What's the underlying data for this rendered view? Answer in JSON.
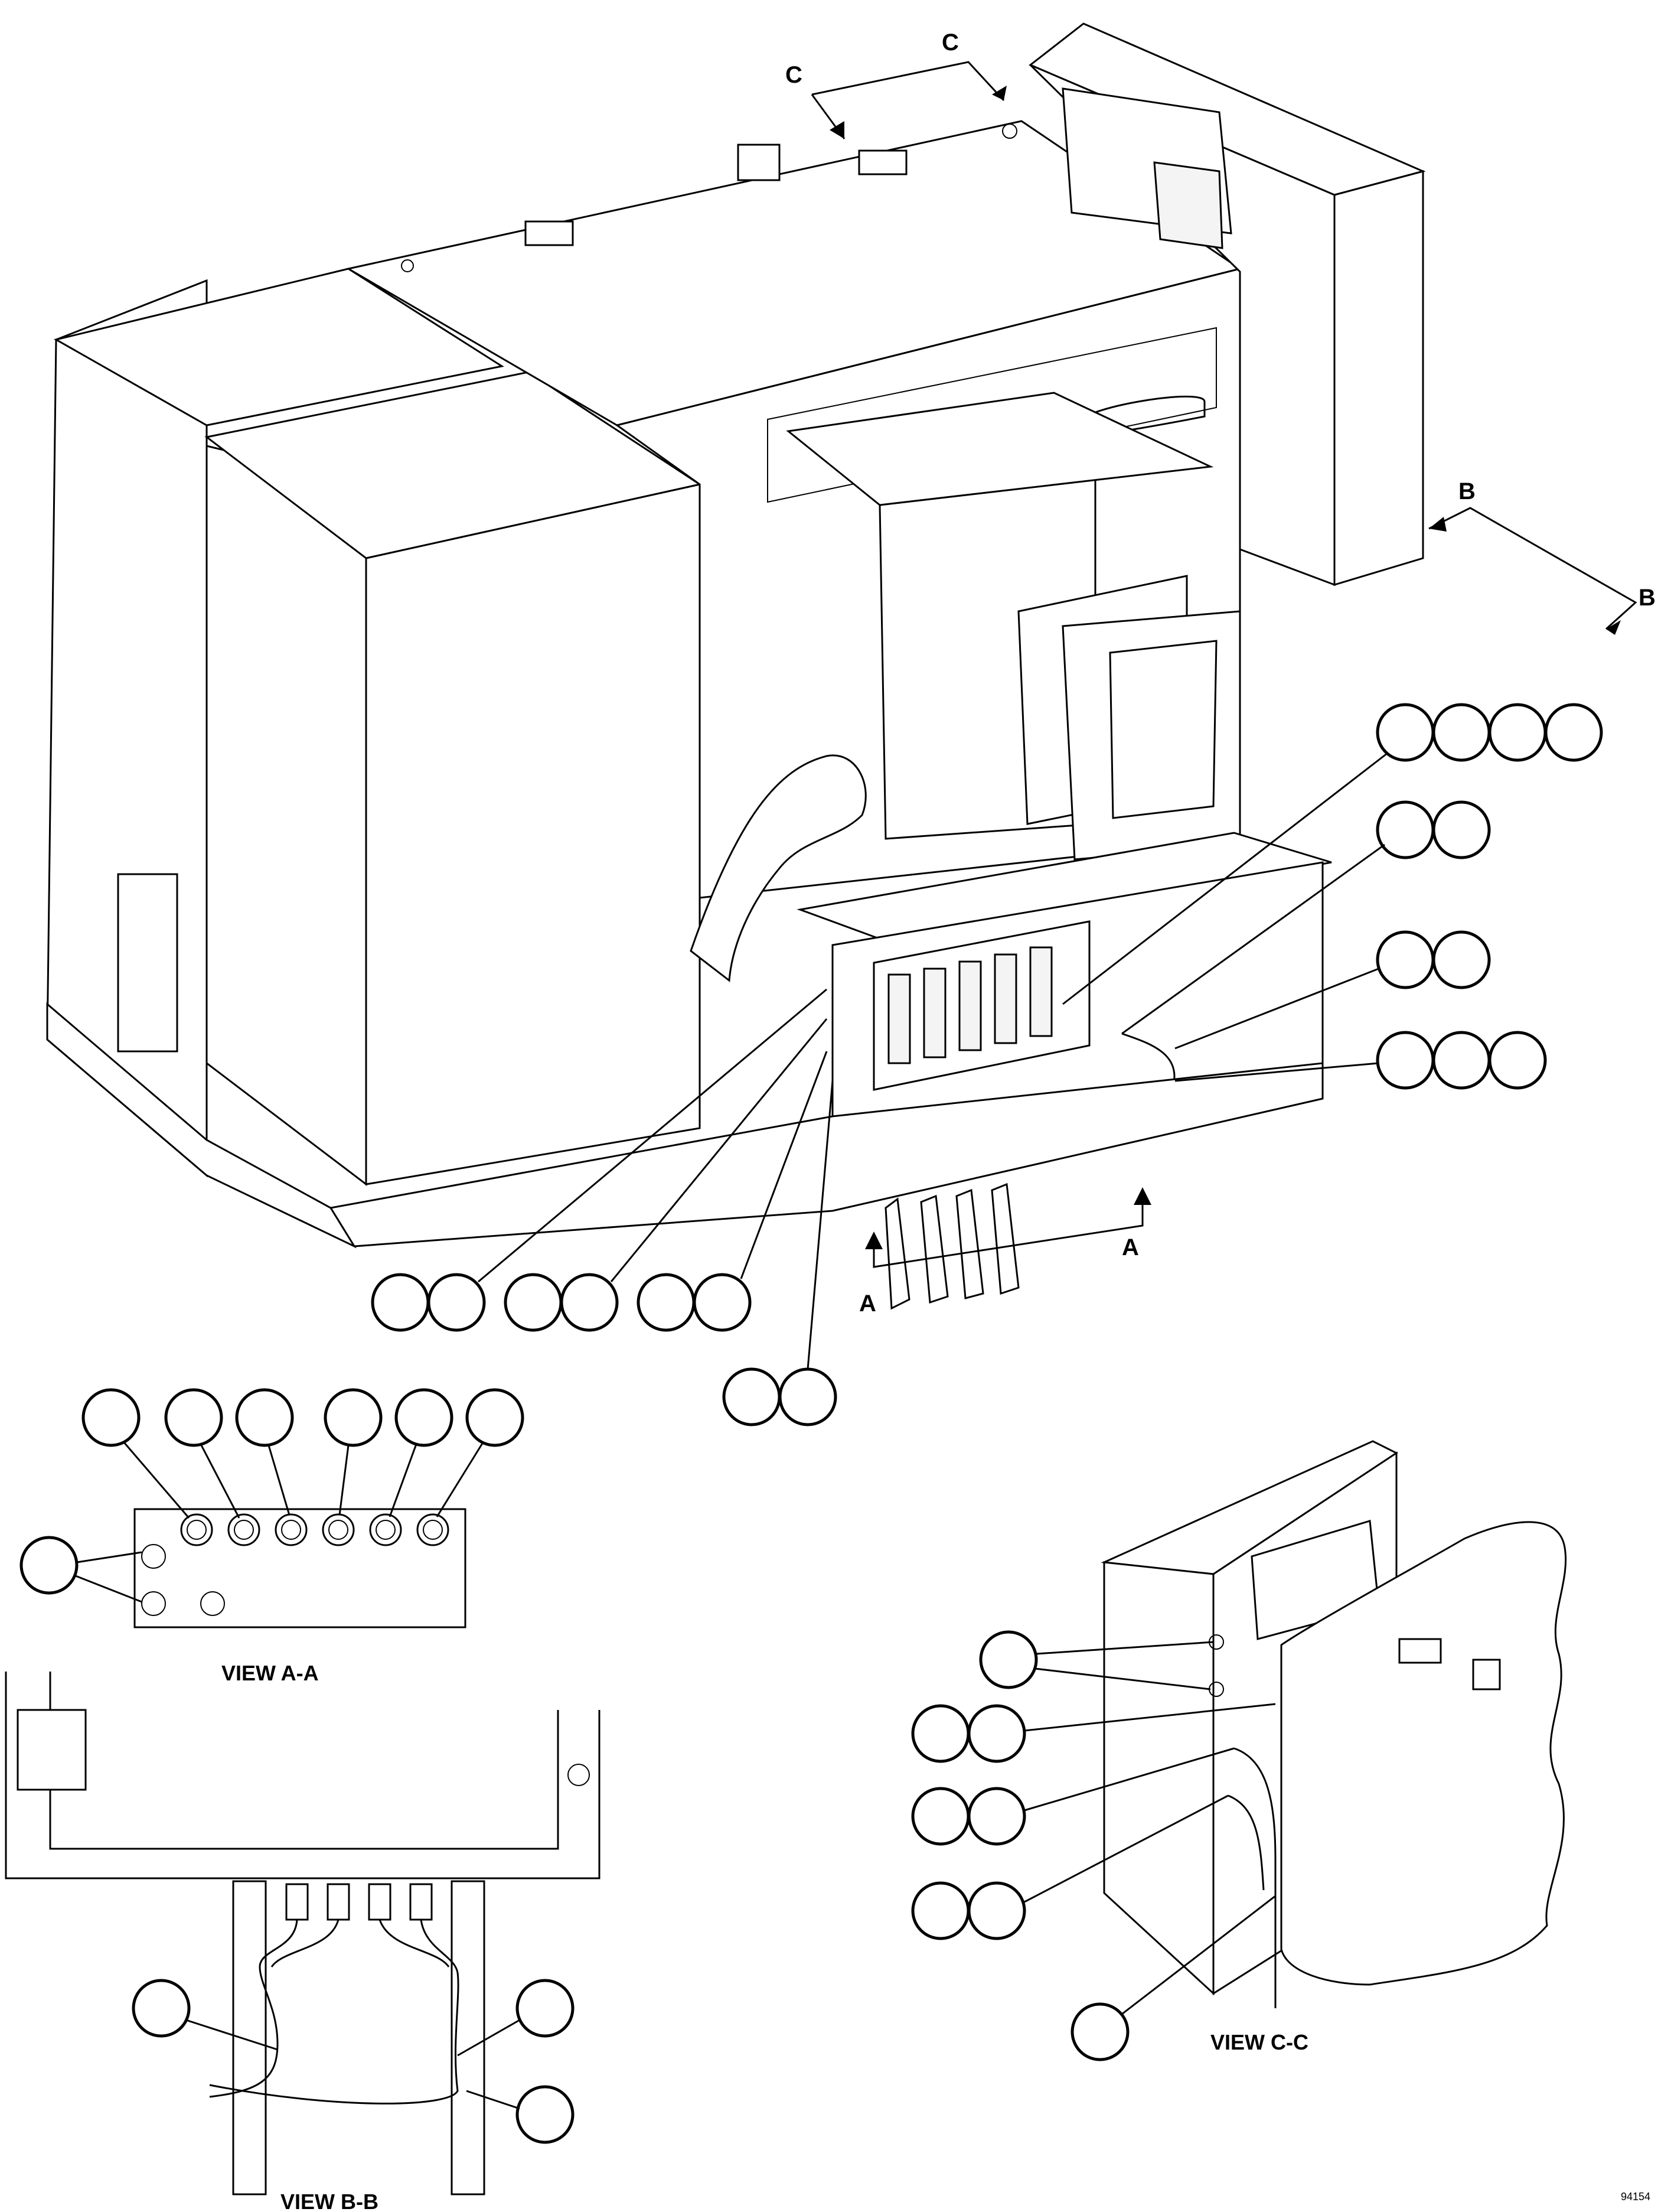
{
  "diagram": {
    "section_markers": {
      "c_left": "C",
      "c_right": "C",
      "b_top": "B",
      "b_bottom": "B",
      "a_left": "A",
      "a_right": "A"
    },
    "view_labels": {
      "view_aa": "VIEW A-A",
      "view_bb": "VIEW B-B",
      "view_cc": "VIEW C-C"
    },
    "drawing_number": "94154"
  },
  "colors": {
    "line": "#000000",
    "background": "#ffffff"
  }
}
